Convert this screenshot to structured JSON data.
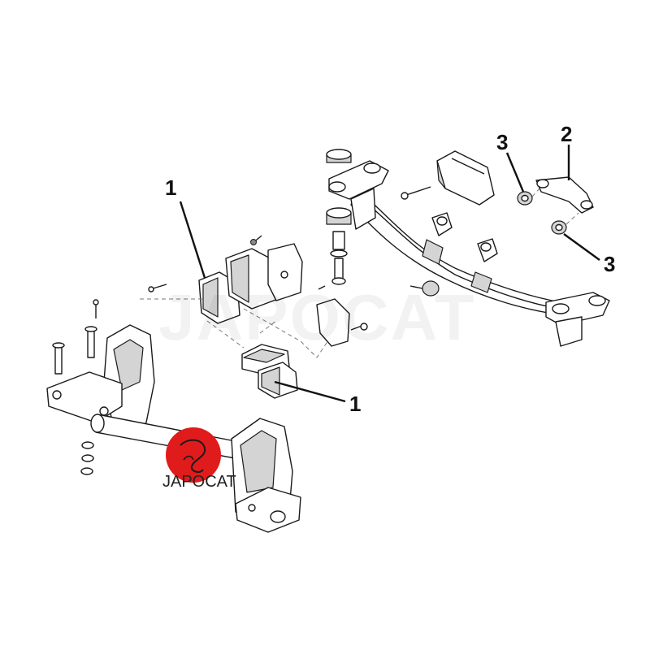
{
  "callouts": {
    "c1_upper": "1",
    "c1_lower": "1",
    "c2": "2",
    "c3_upper": "3",
    "c3_lower": "3"
  },
  "watermark": "JAPOCAT",
  "logo": {
    "text": "JAPOCAT",
    "color": "#e01b1b"
  },
  "colors": {
    "line": "#1a1a1a",
    "fill": "#ffffff",
    "shade": "#d9d9d9"
  }
}
